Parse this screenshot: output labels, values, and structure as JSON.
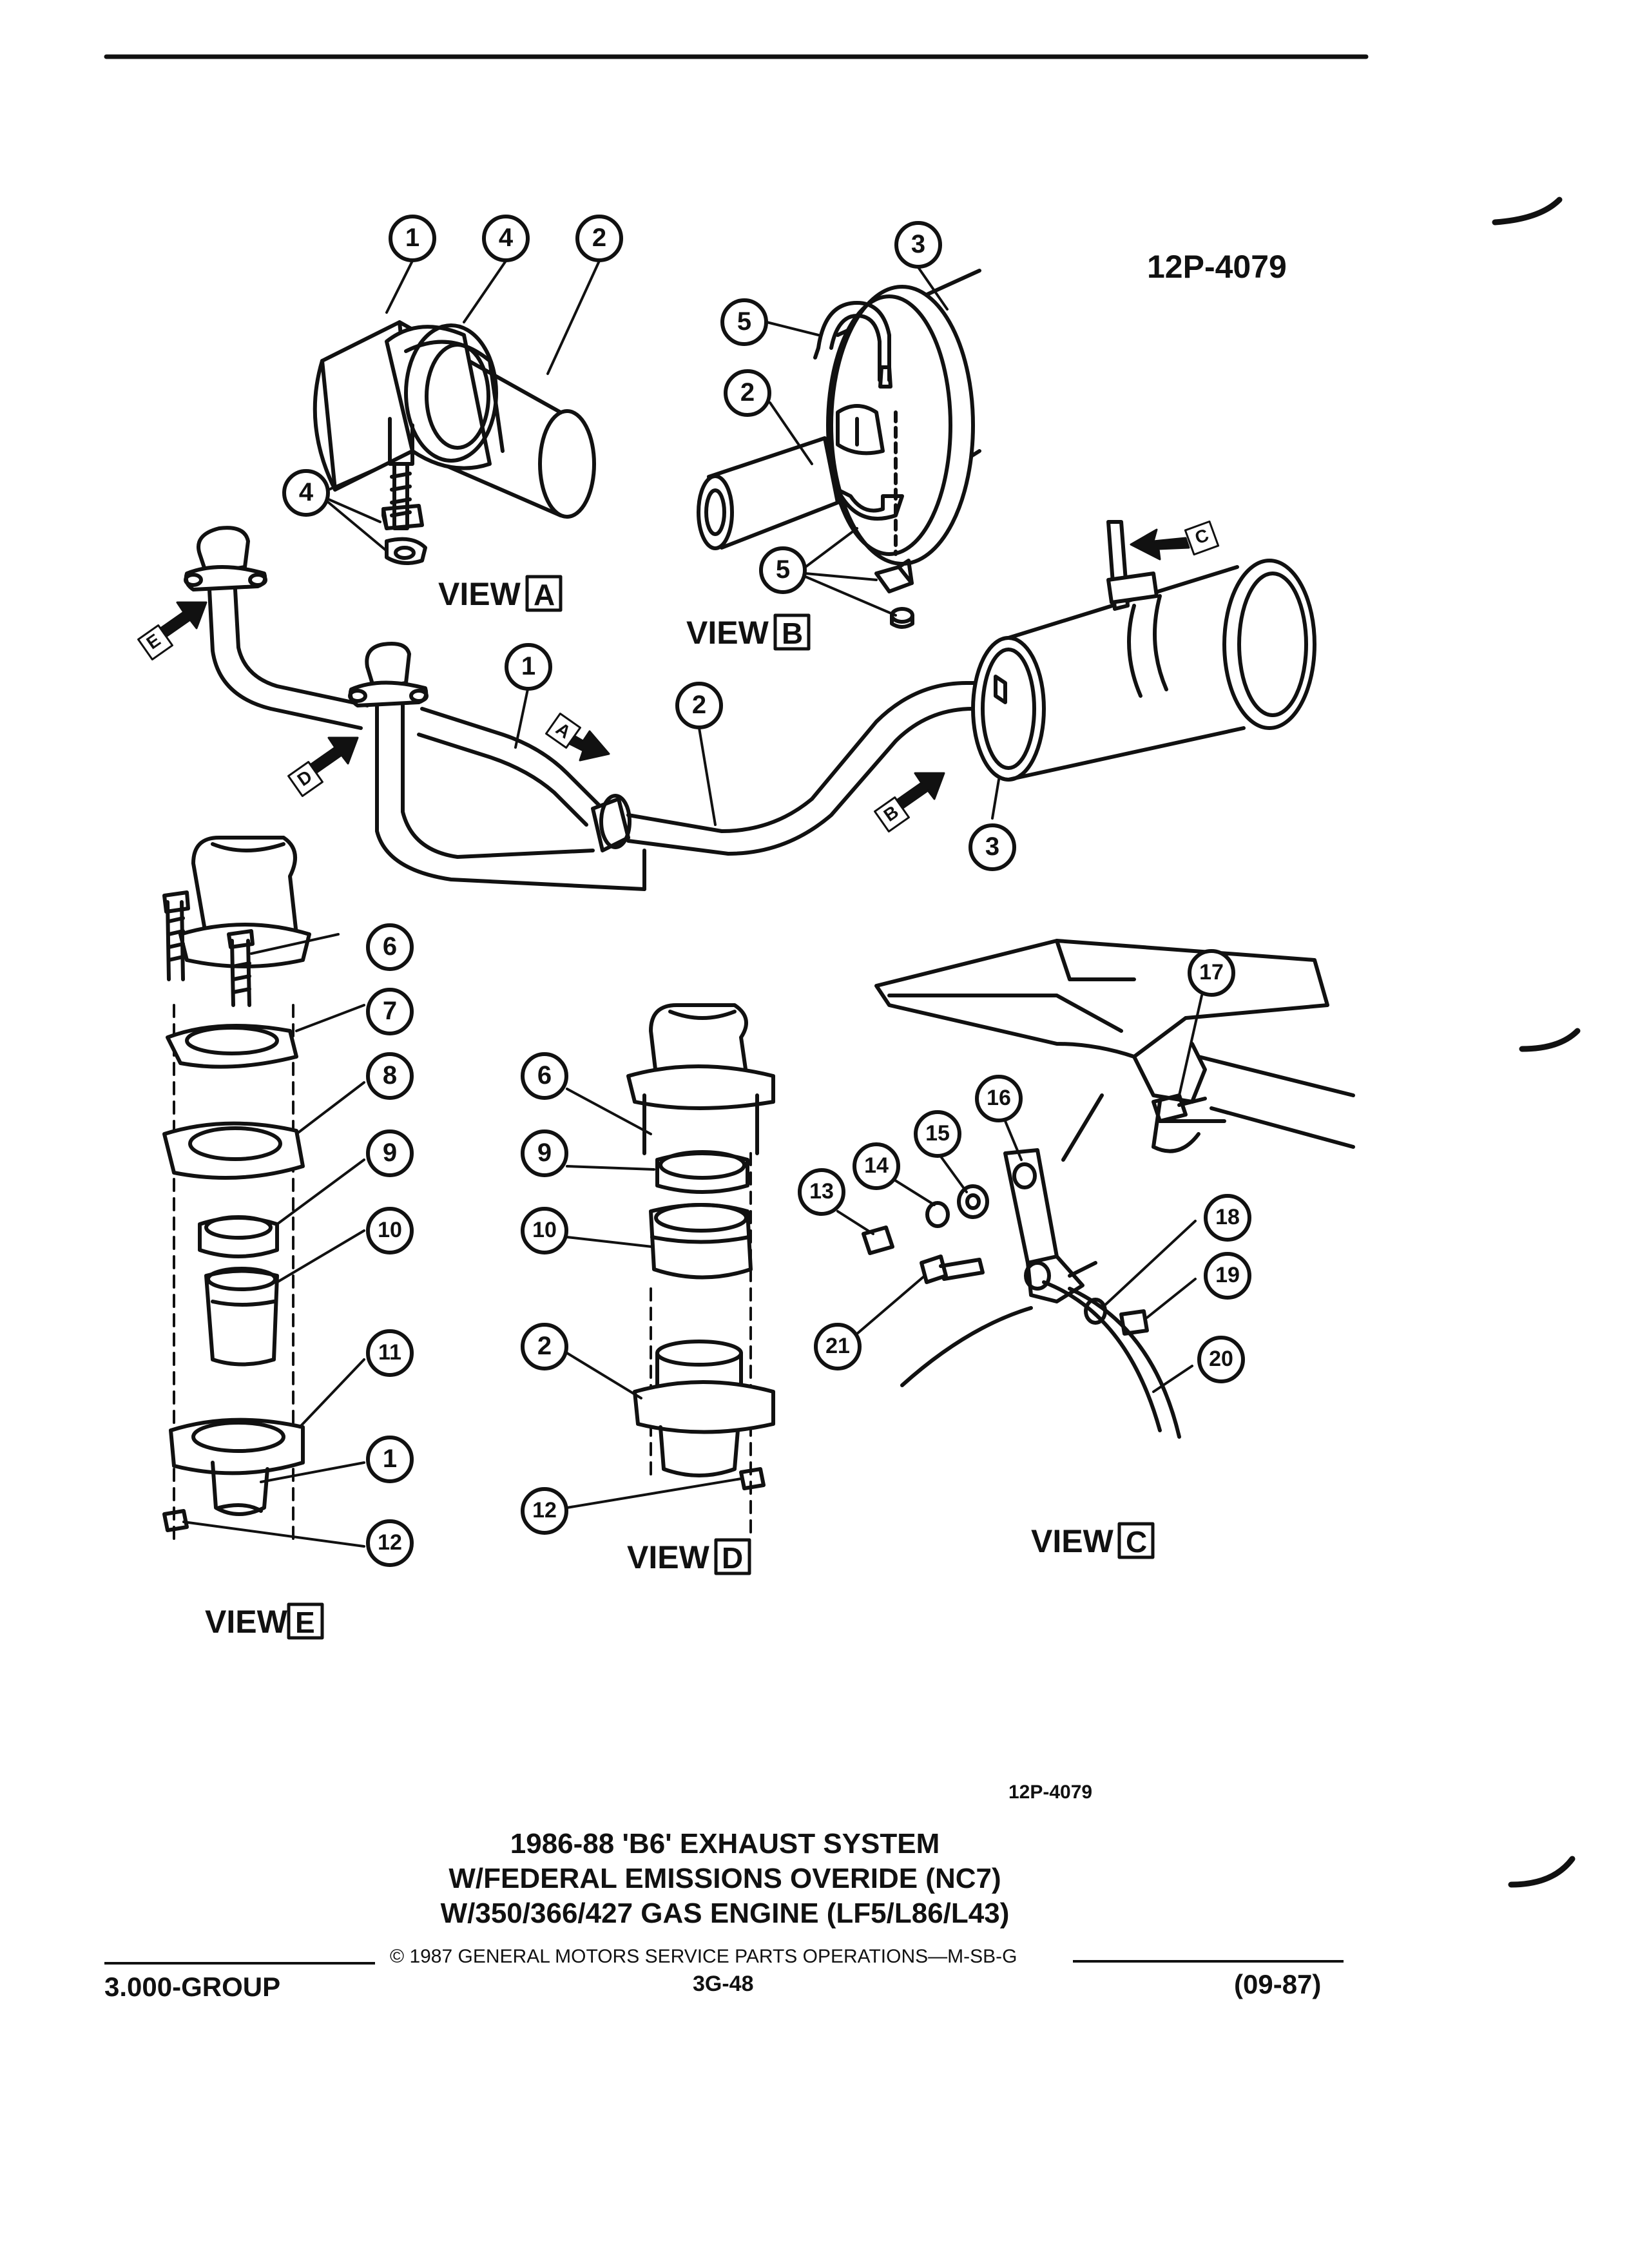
{
  "document": {
    "drawing_number_top": "12P-4079",
    "drawing_number_bottom": "12P-4079",
    "title_lines": [
      "1986-88 'B6' EXHAUST SYSTEM",
      "W/FEDERAL EMISSIONS OVERIDE (NC7)",
      "W/350/366/427 GAS ENGINE (LF5/L86/L43)"
    ],
    "copyright": "© 1987  GENERAL MOTORS SERVICE PARTS OPERATIONS—M-SB-G",
    "group": "3.000-GROUP",
    "page_number": "3G-48",
    "date_code": "(09-87)"
  },
  "views": {
    "a": {
      "prefix": "VIEW",
      "letter": "A"
    },
    "b": {
      "prefix": "VIEW",
      "letter": "B"
    },
    "c": {
      "prefix": "VIEW",
      "letter": "C"
    },
    "d": {
      "prefix": "VIEW",
      "letter": "D"
    },
    "e": {
      "prefix": "VIEW",
      "letter": "E"
    }
  },
  "view_arrows": [
    "A",
    "B",
    "C",
    "D",
    "E"
  ],
  "callouts": [
    "1",
    "4",
    "2",
    "4",
    "3",
    "5",
    "2",
    "5",
    "1",
    "2",
    "3",
    "6",
    "7",
    "8",
    "9",
    "10",
    "11",
    "1",
    "12",
    "6",
    "9",
    "10",
    "2",
    "12",
    "17",
    "16",
    "15",
    "14",
    "13",
    "18",
    "19",
    "21",
    "20"
  ]
}
